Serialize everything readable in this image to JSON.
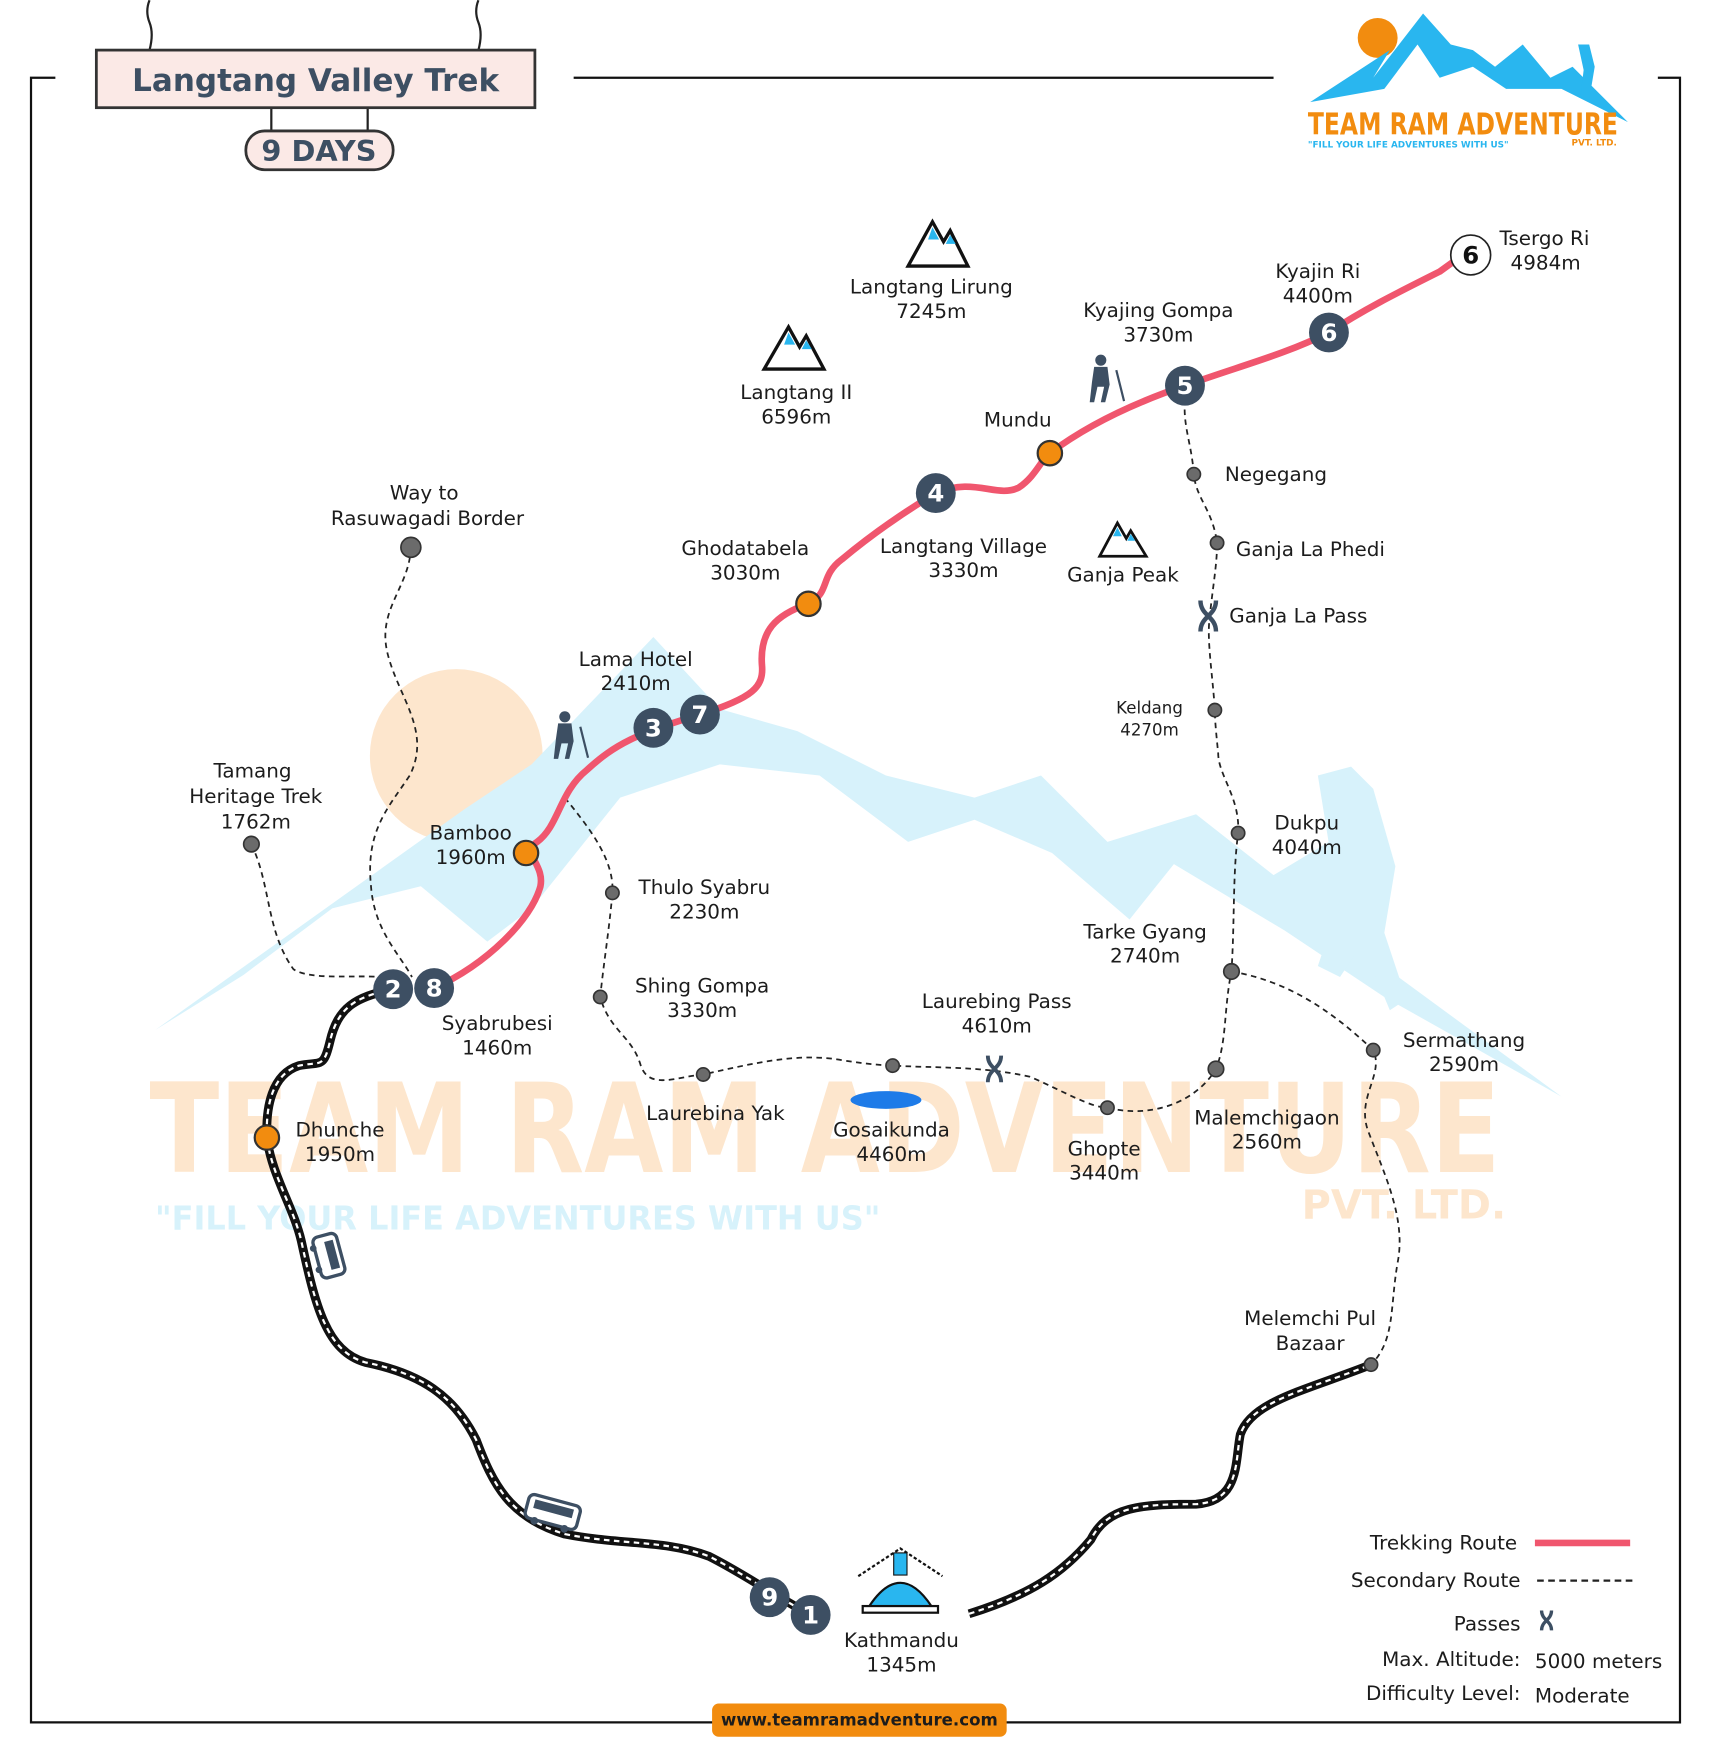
{
  "title": "Langtang Valley Trek",
  "duration": "9 DAYS",
  "brand": {
    "name": "TEAM RAM ADVENTURE",
    "suffix": "PVT. LTD.",
    "tagline": "\"FILL YOUR LIFE ADVENTURES WITH US\"",
    "website": "www.teamramadventure.com",
    "colors": {
      "orange": "#f28c0f",
      "blue": "#29b6ef"
    }
  },
  "colors": {
    "trek_route": "#f0566e",
    "stop_dark": "#3d4f63",
    "stop_orange": "#f28c0f",
    "stop_grey": "#6b6b6b",
    "watermark_blue": "#d7f2fb",
    "watermark_orange": "#fde6cd"
  },
  "places": {
    "rasuwagadi": {
      "name": "Way to",
      "alt": "Rasuwagadi Border"
    },
    "tamang": {
      "name": "Tamang",
      "name2": "Heritage Trek",
      "alt": "1762m"
    },
    "bamboo": {
      "name": "Bamboo",
      "alt": "1960m"
    },
    "lama_hotel": {
      "name": "Lama Hotel",
      "alt": "2410m"
    },
    "ghodatabela": {
      "name": "Ghodatabela",
      "alt": "3030m"
    },
    "langtang_village": {
      "name": "Langtang Village",
      "alt": "3330m"
    },
    "mundu": {
      "name": "Mundu"
    },
    "kyajing_gompa": {
      "name": "Kyajing Gompa",
      "alt": "3730m"
    },
    "kyajin_ri": {
      "name": "Kyajin Ri",
      "alt": "4400m"
    },
    "tsergo_ri": {
      "name": "Tsergo Ri",
      "alt": "4984m"
    },
    "langtang_lirung": {
      "name": "Langtang Lirung",
      "alt": "7245m"
    },
    "langtang_ii": {
      "name": "Langtang II",
      "alt": "6596m"
    },
    "ganja_peak": {
      "name": "Ganja Peak"
    },
    "negegang": {
      "name": "Negegang"
    },
    "ganja_la_phedi": {
      "name": "Ganja La Phedi"
    },
    "ganja_la_pass": {
      "name": "Ganja La Pass"
    },
    "keldang": {
      "name": "Keldang",
      "alt": "4270m"
    },
    "dukpu": {
      "name": "Dukpu",
      "alt": "4040m"
    },
    "tarke_gyang": {
      "name": "Tarke Gyang",
      "alt": "2740m"
    },
    "sermathang": {
      "name": "Sermathang",
      "alt": "2590m"
    },
    "malemchigaon": {
      "name": "Malemchigaon",
      "alt": "2560m"
    },
    "ghopte": {
      "name": "Ghopte",
      "alt": "3440m"
    },
    "laurebing_pass": {
      "name": "Laurebing Pass",
      "alt": "4610m"
    },
    "gosaikunda": {
      "name": "Gosaikunda",
      "alt": "4460m"
    },
    "laurebina_yak": {
      "name": "Laurebina Yak"
    },
    "shing_gompa": {
      "name": "Shing Gompa",
      "alt": "3330m"
    },
    "thulo_syabru": {
      "name": "Thulo Syabru",
      "alt": "2230m"
    },
    "syabrubesi": {
      "name": "Syabrubesi",
      "alt": "1460m"
    },
    "dhunche": {
      "name": "Dhunche",
      "alt": "1950m"
    },
    "melemchi": {
      "name": "Melemchi Pul",
      "alt": "Bazaar"
    },
    "kathmandu": {
      "name": "Kathmandu",
      "alt": "1345m"
    }
  },
  "days": [
    "1",
    "2",
    "3",
    "4",
    "5",
    "6",
    "6",
    "7",
    "8",
    "9"
  ],
  "legend": {
    "trekking_route": "Trekking Route",
    "secondary_route": "Secondary Route",
    "passes": "Passes",
    "max_altitude_label": "Max. Altitude:",
    "max_altitude_value": "5000 meters",
    "difficulty_label": "Difficulty Level:",
    "difficulty_value": "Moderate"
  }
}
